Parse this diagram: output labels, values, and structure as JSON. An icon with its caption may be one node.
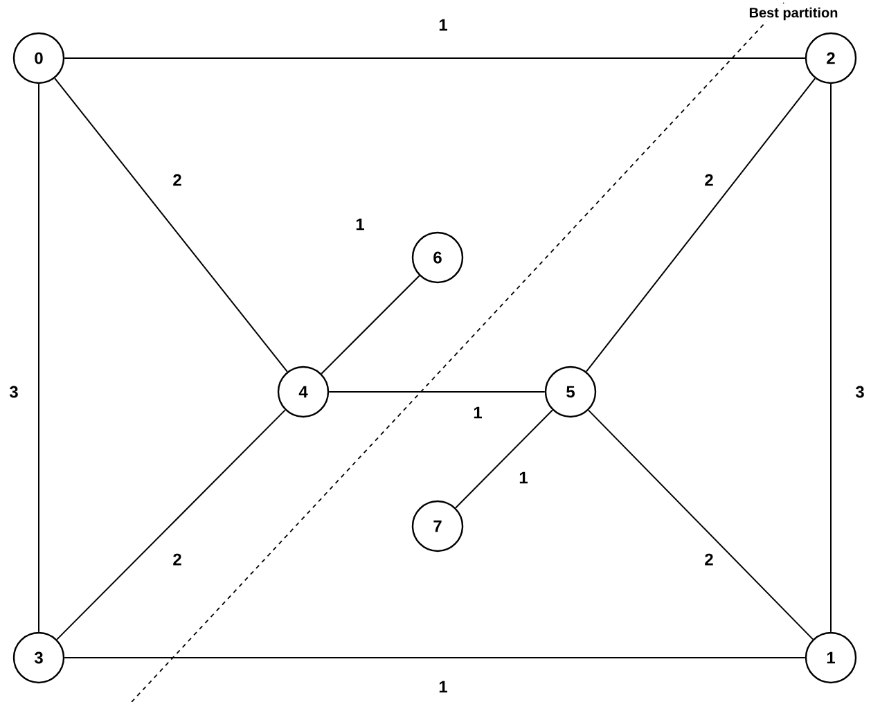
{
  "diagram": {
    "nodes": [
      {
        "text": [
          "0"
        ]
      },
      {
        "text": [
          "2"
        ]
      },
      {
        "text": [
          "6"
        ]
      },
      {
        "text": [
          "4"
        ]
      },
      {
        "text": [
          "5"
        ]
      },
      {
        "text": [
          "7"
        ]
      },
      {
        "text": [
          "3"
        ]
      },
      {
        "text": [
          "1"
        ]
      }
    ],
    "edges": [
      {
        "from": 0,
        "to": 1,
        "arrow": "none",
        "label": "1"
      },
      {
        "from": 0,
        "to": 3,
        "arrow": "none",
        "label": "2"
      },
      {
        "from": 3,
        "to": 2,
        "arrow": "none",
        "label": "1"
      },
      {
        "from": 0,
        "to": 6,
        "arrow": "none",
        "label": "3"
      },
      {
        "from": 3,
        "to": 4,
        "arrow": "none",
        "label": "1"
      },
      {
        "from": 4,
        "to": 1,
        "arrow": "none",
        "label": "2"
      },
      {
        "from": 1,
        "to": 7,
        "arrow": "none",
        "label": "3"
      },
      {
        "from": 4,
        "to": 5,
        "arrow": "none",
        "label": "1"
      },
      {
        "from": 3,
        "to": 6,
        "arrow": "none",
        "label": "2"
      },
      {
        "from": 4,
        "to": 7,
        "arrow": "none",
        "label": "2"
      },
      {
        "from": 6,
        "to": 7,
        "arrow": "none",
        "label": "1"
      }
    ],
    "labels": [
      "Best partition"
    ]
  }
}
